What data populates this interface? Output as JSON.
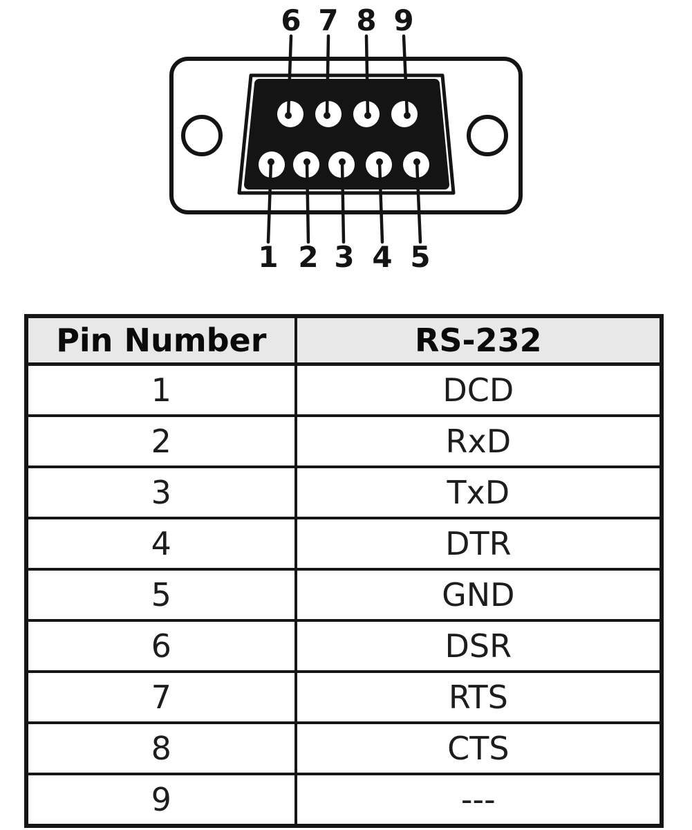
{
  "connector": {
    "description": "DB9 serial connector front-view diagram",
    "top_pin_labels": [
      "6",
      "7",
      "8",
      "9"
    ],
    "bottom_pin_labels": [
      "1",
      "2",
      "3",
      "4",
      "5"
    ]
  },
  "table": {
    "headers": [
      "Pin Number",
      "RS-232"
    ],
    "rows": [
      {
        "pin": "1",
        "signal": "DCD"
      },
      {
        "pin": "2",
        "signal": "RxD"
      },
      {
        "pin": "3",
        "signal": "TxD"
      },
      {
        "pin": "4",
        "signal": "DTR"
      },
      {
        "pin": "5",
        "signal": "GND"
      },
      {
        "pin": "6",
        "signal": "DSR"
      },
      {
        "pin": "7",
        "signal": "RTS"
      },
      {
        "pin": "8",
        "signal": "CTS"
      },
      {
        "pin": "9",
        "signal": "---"
      }
    ]
  },
  "colors": {
    "line": "#141414",
    "table_border": "#161616",
    "header_bg": "#e8e8e8"
  }
}
